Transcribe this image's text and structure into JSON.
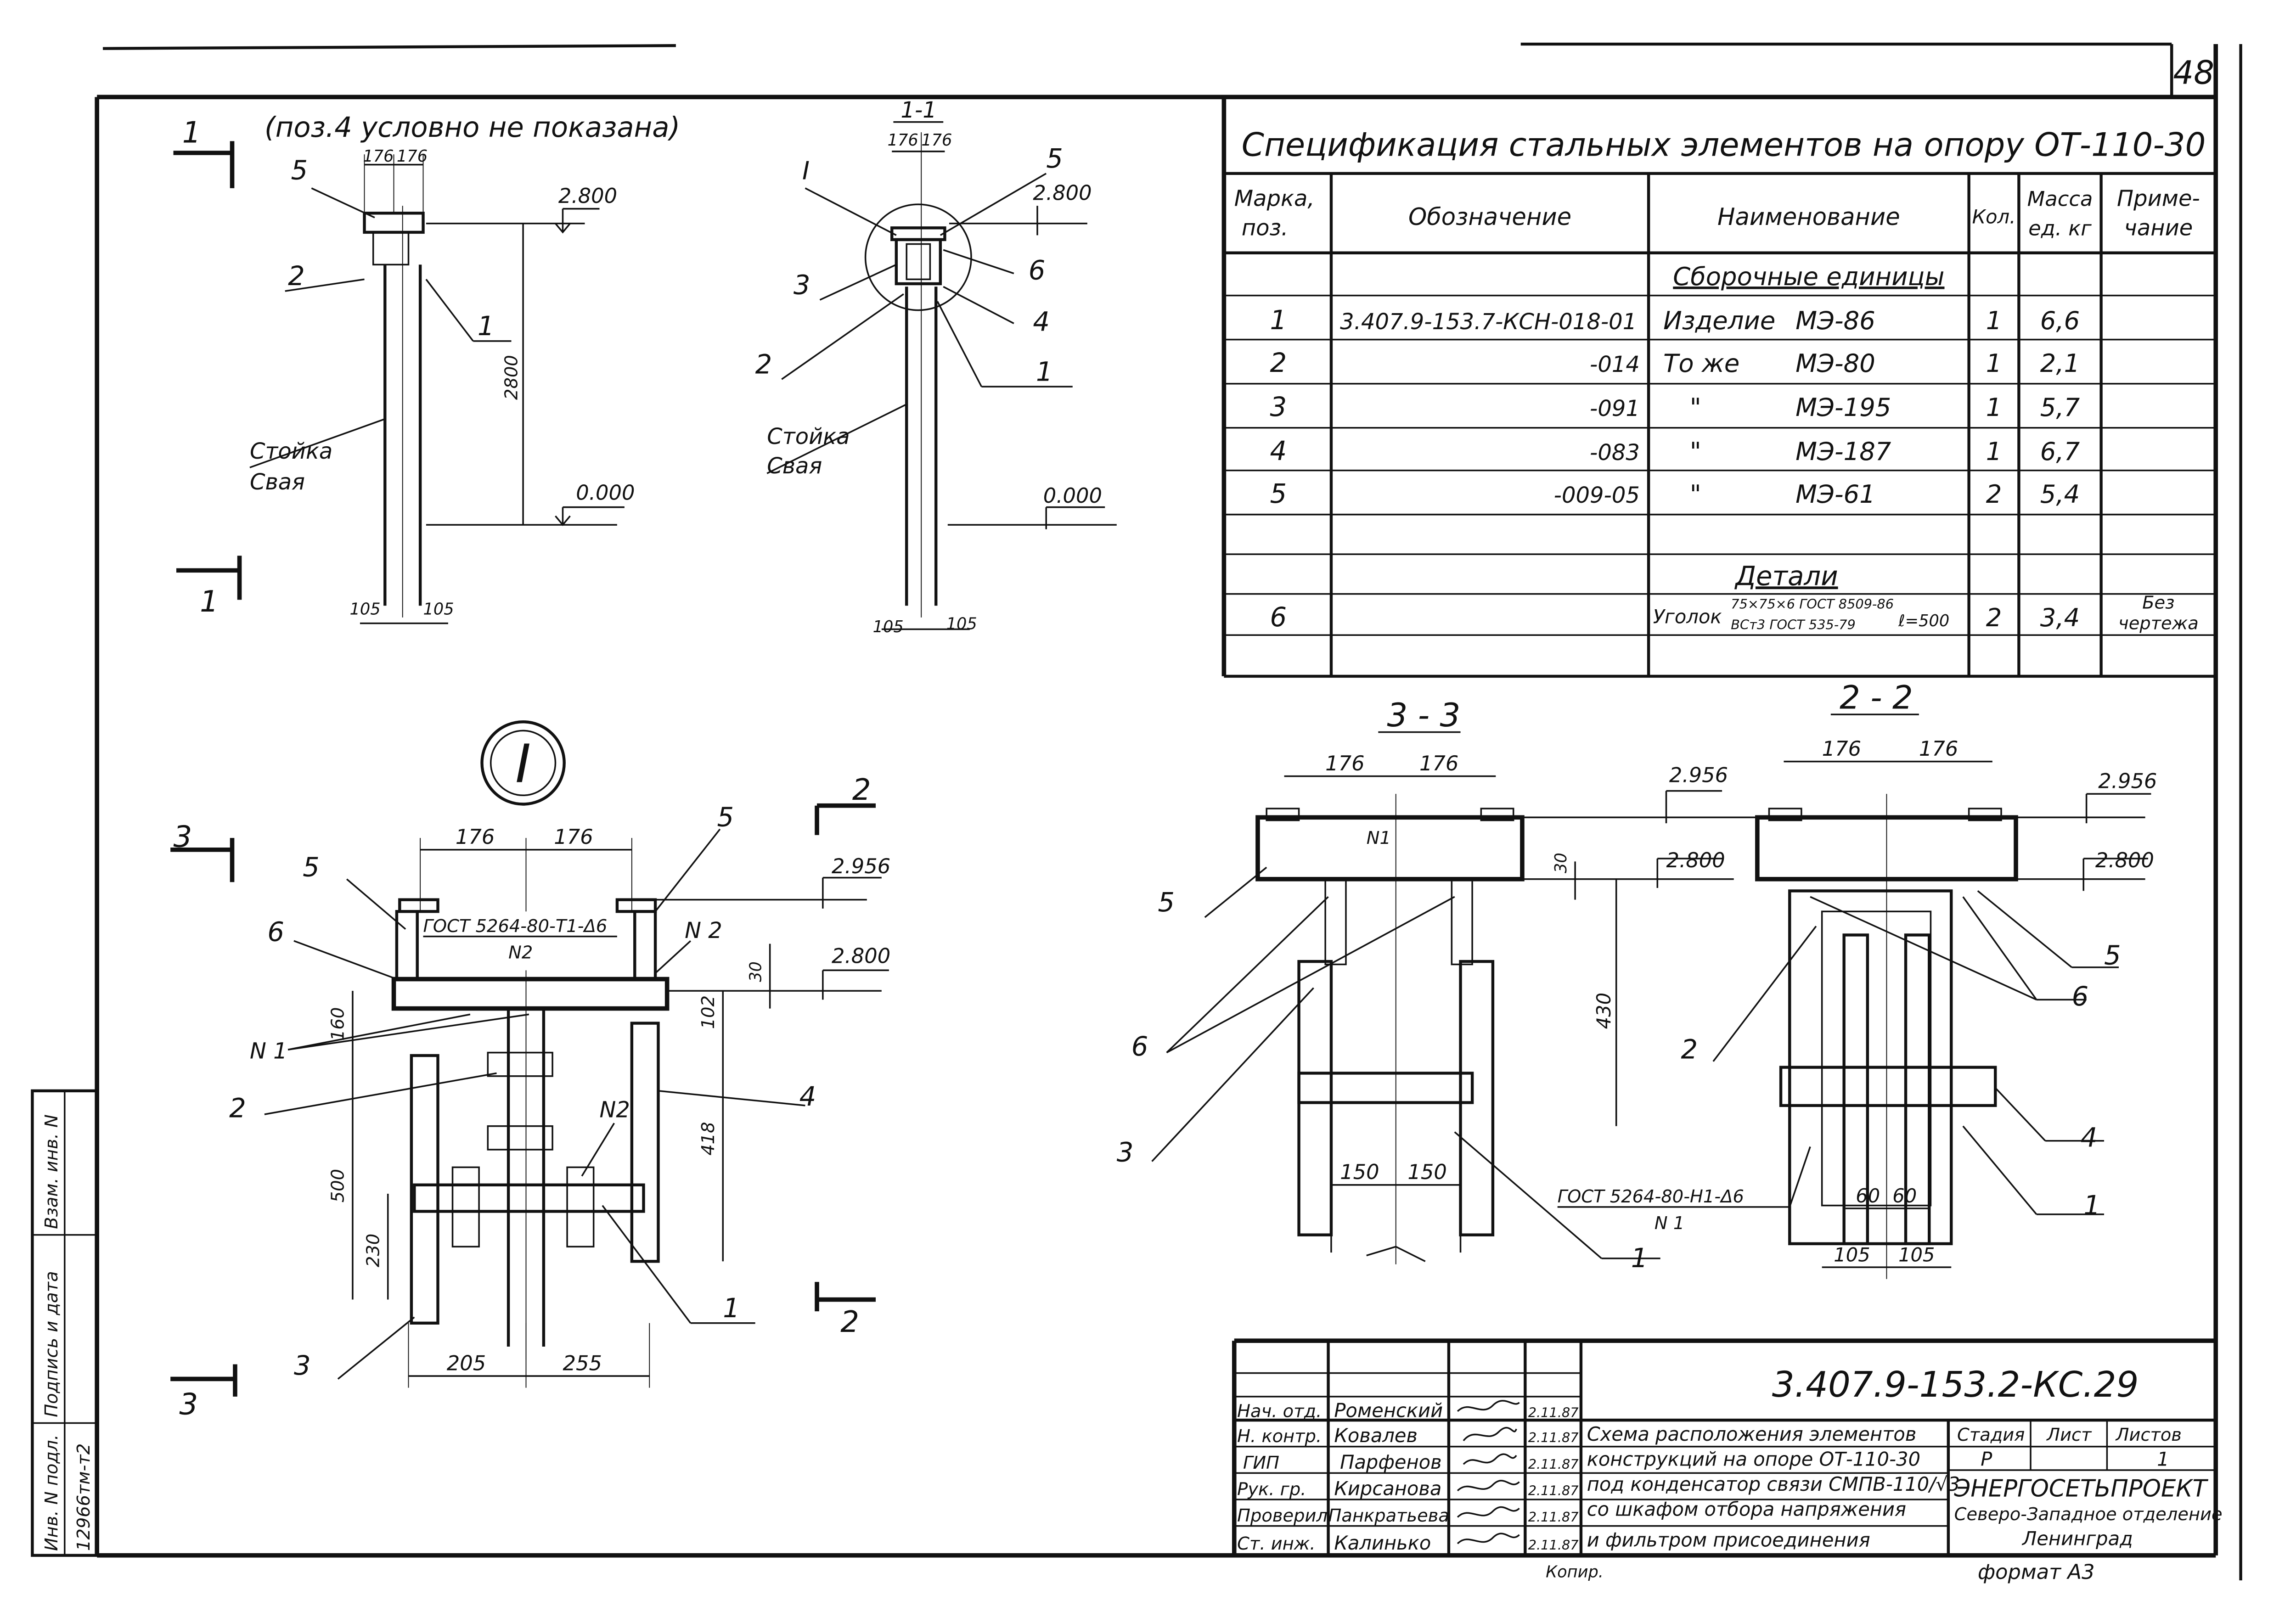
{
  "sheet": {
    "page_number": "48",
    "sheet_code": "3.407.9-153.2-КС.29"
  },
  "views": {
    "elevation": {
      "section_mark": "1",
      "note": "(поз.4 условно не показана)",
      "dim_176a": "176",
      "dim_176b": "176",
      "level_top": "2.800",
      "level_zero": "0.000",
      "height": "2800",
      "pile_label_1": "Стойка",
      "pile_label_2": "Свая",
      "dim_105a": "105",
      "dim_105b": "105",
      "pos_5": "5",
      "pos_2": "2",
      "pos_1": "1"
    },
    "section_1_1": {
      "title": "1-1",
      "dim_176a": "176",
      "dim_176b": "176",
      "level_top": "2.800",
      "level_zero": "0.000",
      "node_mark": "I",
      "pile_label_1": "Стойка",
      "pile_label_2": "Свая",
      "dim_105a": "105",
      "dim_105b": "105",
      "pos_5": "5",
      "pos_3": "3",
      "pos_6": "6",
      "pos_4": "4",
      "pos_2": "2",
      "pos_1": "1"
    },
    "node_I": {
      "badge": "I",
      "section_3": "3",
      "section_2": "2",
      "dim_176a": "176",
      "dim_176b": "176",
      "level_2956": "2.956",
      "level_2800": "2.800",
      "weld_note_1": "ГОСТ 5264-80-Т1-Δ6",
      "weld_note_2": "N2",
      "n2a": "N 2",
      "n1": "N 1",
      "n2b": "N2",
      "dim_30": "30",
      "dim_160": "160",
      "dim_102": "102",
      "dim_418": "418",
      "dim_500": "500",
      "dim_230": "230",
      "dim_205": "205",
      "dim_255": "255",
      "pos_5a": "5",
      "pos_5b": "5",
      "pos_6": "6",
      "pos_2": "2",
      "pos_4": "4",
      "pos_1": "1",
      "pos_3": "3"
    },
    "section_3_3": {
      "title": "3 - 3",
      "dim_176a": "176",
      "dim_176b": "176",
      "level_2956": "2.956",
      "level_2800": "2.800",
      "weld_n1": "N1",
      "dim_30": "30",
      "dim_430": "430",
      "dim_150a": "150",
      "dim_150b": "150",
      "weld_note_1": "ГОСТ 5264-80-Н1-Δ6",
      "weld_note_2": "N 1",
      "pos_5": "5",
      "pos_6": "6",
      "pos_3": "3",
      "pos_1": "1"
    },
    "section_2_2": {
      "title": "2 - 2",
      "dim_176a": "176",
      "dim_176b": "176",
      "level_2956": "2.956",
      "level_2800": "2.800",
      "dim_60a": "60",
      "dim_60b": "60",
      "dim_105a": "105",
      "dim_105b": "105",
      "pos_2": "2",
      "pos_5": "5",
      "pos_6": "6",
      "pos_4": "4",
      "pos_1": "1"
    }
  },
  "spec": {
    "title": "Спецификация стальных элементов на опору ОТ-110-30",
    "headers": {
      "mark_1": "Марка,",
      "mark_2": "поз.",
      "designation": "Обозначение",
      "name": "Наименование",
      "qty": "Кол.",
      "mass_1": "Масса",
      "mass_2": "ед. кг",
      "note_1": "Приме-",
      "note_2": "чание"
    },
    "group_assemblies": "Сборочные единицы",
    "rows": [
      {
        "pos": "1",
        "designation": "3.407.9-153.7-КСН-018-01",
        "name_prefix": "Изделие",
        "name": "МЭ-86",
        "qty": "1",
        "mass": "6,6"
      },
      {
        "pos": "2",
        "designation": "-014",
        "name_prefix": "То же",
        "name": "МЭ-80",
        "qty": "1",
        "mass": "2,1"
      },
      {
        "pos": "3",
        "designation": "-091",
        "name_prefix": "\"",
        "name": "МЭ-195",
        "qty": "1",
        "mass": "5,7"
      },
      {
        "pos": "4",
        "designation": "-083",
        "name_prefix": "\"",
        "name": "МЭ-187",
        "qty": "1",
        "mass": "6,7"
      },
      {
        "pos": "5",
        "designation": "-009-05",
        "name_prefix": "\"",
        "name": "МЭ-61",
        "qty": "2",
        "mass": "5,4"
      }
    ],
    "group_parts": "Детали",
    "part": {
      "pos": "6",
      "name_prefix": "Уголок",
      "std_top": "75×75×6 ГОСТ 8509-86",
      "std_bottom": "ВСт3 ГОСТ 535-79",
      "length": "ℓ=500",
      "qty": "2",
      "mass": "3,4",
      "note_1": "Без",
      "note_2": "чертежа"
    }
  },
  "title_block": {
    "signers": [
      {
        "role": "Нач. отд.",
        "name": "Роменский",
        "date": "2.11.87"
      },
      {
        "role": "Н. контр.",
        "name": "Ковалев",
        "date": "2.11.87"
      },
      {
        "role": "ГИП",
        "name": "Парфенов",
        "date": "2.11.87"
      },
      {
        "role": "Рук. гр.",
        "name": "Кирсанова",
        "date": "2.11.87"
      },
      {
        "role": "Проверил",
        "name": "Панкратьева",
        "date": "2.11.87"
      },
      {
        "role": "Ст. инж.",
        "name": "Калинько",
        "date": "2.11.87"
      }
    ],
    "description": [
      "Схема расположения элементов",
      "конструкций на опоре ОТ-110-30",
      "под конденсатор связи СМПВ-110/√3",
      "со шкафом отбора напряжения",
      "и фильтром присоединения"
    ],
    "stage_label": "Стадия",
    "sheet_label": "Лист",
    "sheets_label": "Листов",
    "stage": "Р",
    "sheets": "1",
    "org_1": "ЭНЕРГОСЕТЬПРОЕКТ",
    "org_2": "Северо-Западное отделение",
    "org_3": "Ленинград",
    "copied": "Копир.",
    "format": "формат А3"
  },
  "side_stamp": {
    "inv_original": "Инв. N подл.",
    "signature_date": "Подпись и дата",
    "replaces_inv": "Взам. инв. N",
    "inv_value": "12966тм-т2"
  }
}
